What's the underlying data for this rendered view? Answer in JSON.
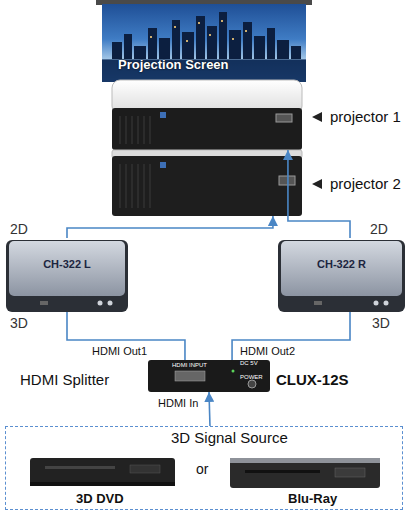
{
  "diagram": {
    "nodes": [
      {
        "text": [
          "Projection Screen"
        ]
      },
      {
        "text": [
          "projector 1"
        ]
      },
      {
        "text": [
          "projector 2"
        ]
      },
      {
        "text": [
          "CH-322 L"
        ]
      },
      {
        "text": [
          "CH-322 R"
        ]
      },
      {
        "text": [
          "HDMI Splitter",
          "CLUX-12S"
        ]
      },
      {
        "text": [
          "3D Signal Source"
        ]
      },
      {
        "text": [
          "3D DVD"
        ],
        "in": 6
      },
      {
        "text": [
          "Blu-Ray"
        ],
        "in": 6
      }
    ],
    "edges": [
      {
        "from": 3,
        "to": 2,
        "label": "2D",
        "arrow": "to"
      },
      {
        "from": 4,
        "to": 1,
        "label": "2D",
        "arrow": "to"
      },
      {
        "from": 5,
        "to": 3,
        "label": "3D",
        "arrow": "none"
      },
      {
        "from": 5,
        "to": 4,
        "label": "3D",
        "arrow": "none"
      },
      {
        "from": 6,
        "to": 5,
        "arrow": "to"
      }
    ],
    "labels": [
      "HDMI Out1",
      "HDMI Out2",
      "HDMI INPUT",
      "DC 5V",
      "POWER",
      "HDMI In",
      "or"
    ]
  }
}
